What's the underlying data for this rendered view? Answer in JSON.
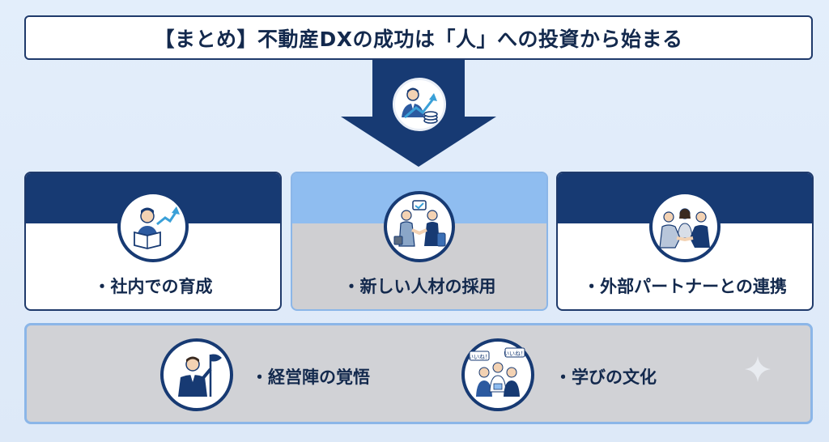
{
  "title": "【まとめ】不動産DXの成功は「人」への投資から始まる",
  "hero": {
    "icon": "person-growth-investment-icon"
  },
  "cards": [
    {
      "label": "・社内での育成",
      "icon": "person-reading-growth-icon"
    },
    {
      "label": "・新しい人材の採用",
      "icon": "handshake-hiring-icon"
    },
    {
      "label": "・外部パートナーとの連携",
      "icon": "partners-handshake-icon"
    }
  ],
  "bottom": [
    {
      "label": "・経営陣の覚悟",
      "icon": "leader-flag-icon"
    },
    {
      "label": "・学びの文化",
      "icon": "group-learning-icon",
      "bubbles": [
        "いいね！",
        "いいね！"
      ]
    }
  ],
  "colors": {
    "navy": "#173a73",
    "light_blue": "#8fbdf0",
    "gray": "#d1d2d6",
    "background": "#e3eefb"
  }
}
